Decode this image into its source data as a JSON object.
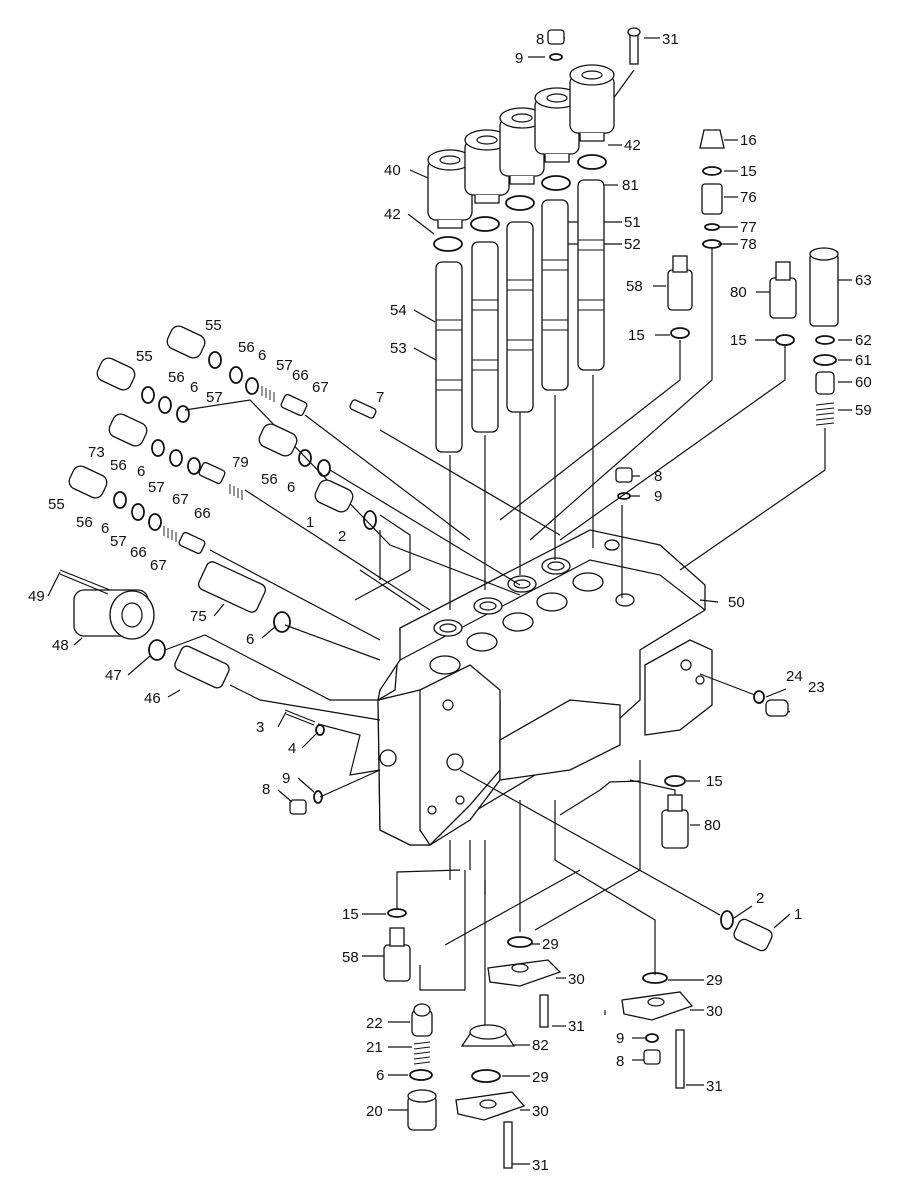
{
  "labels": {
    "l31a": "31",
    "l8a": "8",
    "l9a": "9",
    "l42a": "42",
    "l16": "16",
    "l15a": "15",
    "l76": "76",
    "l40": "40",
    "l81": "81",
    "l42b": "42",
    "l51": "51",
    "l77": "77",
    "l52": "52",
    "l78": "78",
    "l63": "63",
    "l58a": "58",
    "l80a": "80",
    "l55a": "55",
    "l54": "54",
    "l15b": "15",
    "l15c": "15",
    "l62": "62",
    "l56a": "56",
    "l6a": "6",
    "l55b": "55",
    "l53": "53",
    "l61": "61",
    "l57a": "57",
    "l66a": "66",
    "l60": "60",
    "l56b": "56",
    "l6b": "6",
    "l67a": "67",
    "l7": "7",
    "l57b": "57",
    "l59": "59",
    "l73": "73",
    "l79": "79",
    "l56c": "56",
    "l6c": "6",
    "l8b": "8",
    "l57c": "57",
    "l9b": "9",
    "l55c": "55",
    "l67b": "67",
    "l66b": "66",
    "l56d": "56",
    "l1a": "1",
    "l6d": "6",
    "l2a": "2",
    "l57d": "57",
    "l66c": "66",
    "l67c": "67",
    "l49": "49",
    "l50": "50",
    "l75": "75",
    "l48": "48",
    "l6e": "6",
    "l47": "47",
    "l24": "24",
    "l23": "23",
    "l46": "46",
    "l3": "3",
    "l4": "4",
    "l15d": "15",
    "l9c": "9",
    "l8c": "8",
    "l80b": "80",
    "l2b": "2",
    "l15e": "15",
    "l1b": "1",
    "l29a": "29",
    "l58b": "58",
    "l30a": "30",
    "l29b": "29",
    "l30b": "30",
    "l22": "22",
    "l31b": "31",
    "l82": "82",
    "l9d": "9",
    "l21": "21",
    "l8d": "8",
    "l31c": "31",
    "l6f": "6",
    "l29c": "29",
    "l20": "20",
    "l30c": "30",
    "l31d": "31"
  }
}
